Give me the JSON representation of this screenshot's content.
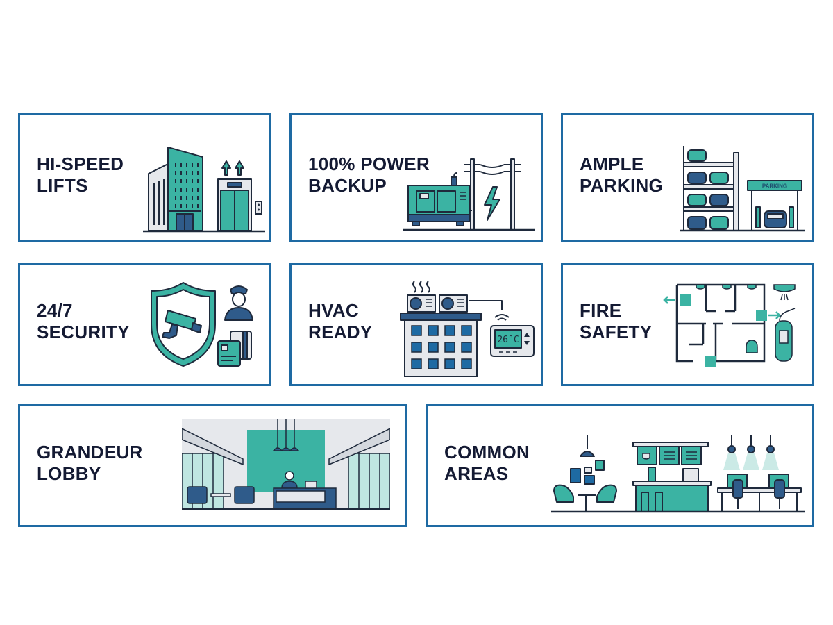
{
  "theme": {
    "border": "#1e6aa3",
    "text": "#141a33",
    "teal": "#3bb3a3",
    "teal_light": "#bfe6e1",
    "navy": "#2f5b8a",
    "outline": "#1f2a3c",
    "grey": "#e6e8ec"
  },
  "amenities": [
    {
      "id": "lifts",
      "title_line1": "HI-SPEED",
      "title_line2": "LIFTS",
      "icon": "building-elevator-icon"
    },
    {
      "id": "power",
      "title_line1": "100% POWER",
      "title_line2": "BACKUP",
      "icon": "generator-power-icon"
    },
    {
      "id": "parking",
      "title_line1": "AMPLE",
      "title_line2": "PARKING",
      "icon": "parking-garage-icon",
      "sign_text": "PARKING"
    },
    {
      "id": "security",
      "title_line1": "24/7",
      "title_line2": "SECURITY",
      "icon": "shield-camera-guard-icon"
    },
    {
      "id": "hvac",
      "title_line1": "HVAC",
      "title_line2": "READY",
      "icon": "hvac-thermostat-icon",
      "thermostat_reading": "26°C"
    },
    {
      "id": "fire",
      "title_line1": "FIRE",
      "title_line2": "SAFETY",
      "icon": "floorplan-extinguisher-icon"
    },
    {
      "id": "lobby",
      "title_line1": "GRANDEUR",
      "title_line2": "LOBBY",
      "icon": "lobby-reception-icon"
    },
    {
      "id": "common",
      "title_line1": "COMMON",
      "title_line2": "AREAS",
      "icon": "cafe-cowork-icon"
    }
  ]
}
